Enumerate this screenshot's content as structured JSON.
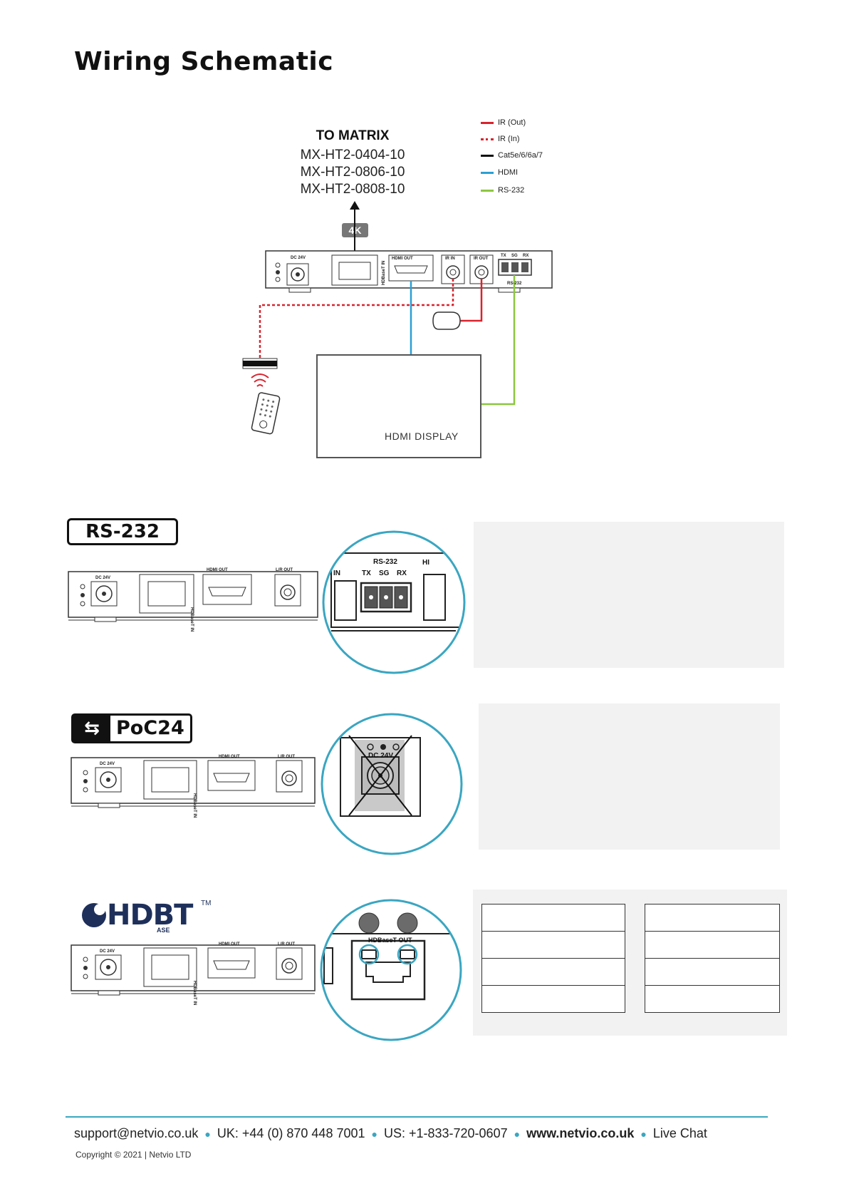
{
  "heading": "Wiring Schematic",
  "matrix": {
    "title": "TO MATRIX",
    "models": [
      "MX-HT2-0404-10",
      "MX-HT2-0806-10",
      "MX-HT2-0808-10"
    ]
  },
  "badge": "4K",
  "legend": [
    {
      "label": "IR (Out)",
      "color": "#d9232d",
      "style": "solid"
    },
    {
      "label": "IR (In)",
      "color": "#d9232d",
      "style": "dotted"
    },
    {
      "label": "Cat5e/6/6a/7",
      "color": "#111111",
      "style": "solid"
    },
    {
      "label": "HDMI",
      "color": "#2aa0d4",
      "style": "solid"
    },
    {
      "label": "RS-232",
      "color": "#8dc63f",
      "style": "solid"
    }
  ],
  "device_ports": {
    "dc": "DC 24V",
    "hdbaset_in": "HDBaseT IN",
    "hdmi_out": "HDMI OUT",
    "ir_in": "IR IN",
    "ir_out": "IR OUT",
    "rs232_pins": [
      "TX",
      "SG",
      "RX"
    ],
    "rs232": "RS-232",
    "lr_out": "L/R OUT"
  },
  "display_label": "HDMI DISPLAY",
  "sections": {
    "rs232": {
      "logo": "RS-232",
      "zoom_title": "RS-232",
      "zoom_pins": [
        "TX",
        "SG",
        "RX"
      ],
      "zoom_left": "IN",
      "zoom_right": "HI"
    },
    "poc": {
      "logo": "PoC24",
      "zoom_label": "DC 24V"
    },
    "hdbt": {
      "logo": "HDBT",
      "logo_sub": "ASE",
      "tm": "TM",
      "zoom_label": "HDBaseT OUT"
    }
  },
  "footer": {
    "email": "support@netvio.co.uk",
    "uk": "UK: +44 (0) 870 448 7001",
    "us": "US: +1-833-720-0607",
    "web": "www.netvio.co.uk",
    "chat": "Live Chat"
  },
  "copyright": "Copyright © 2021 | Netvio LTD"
}
